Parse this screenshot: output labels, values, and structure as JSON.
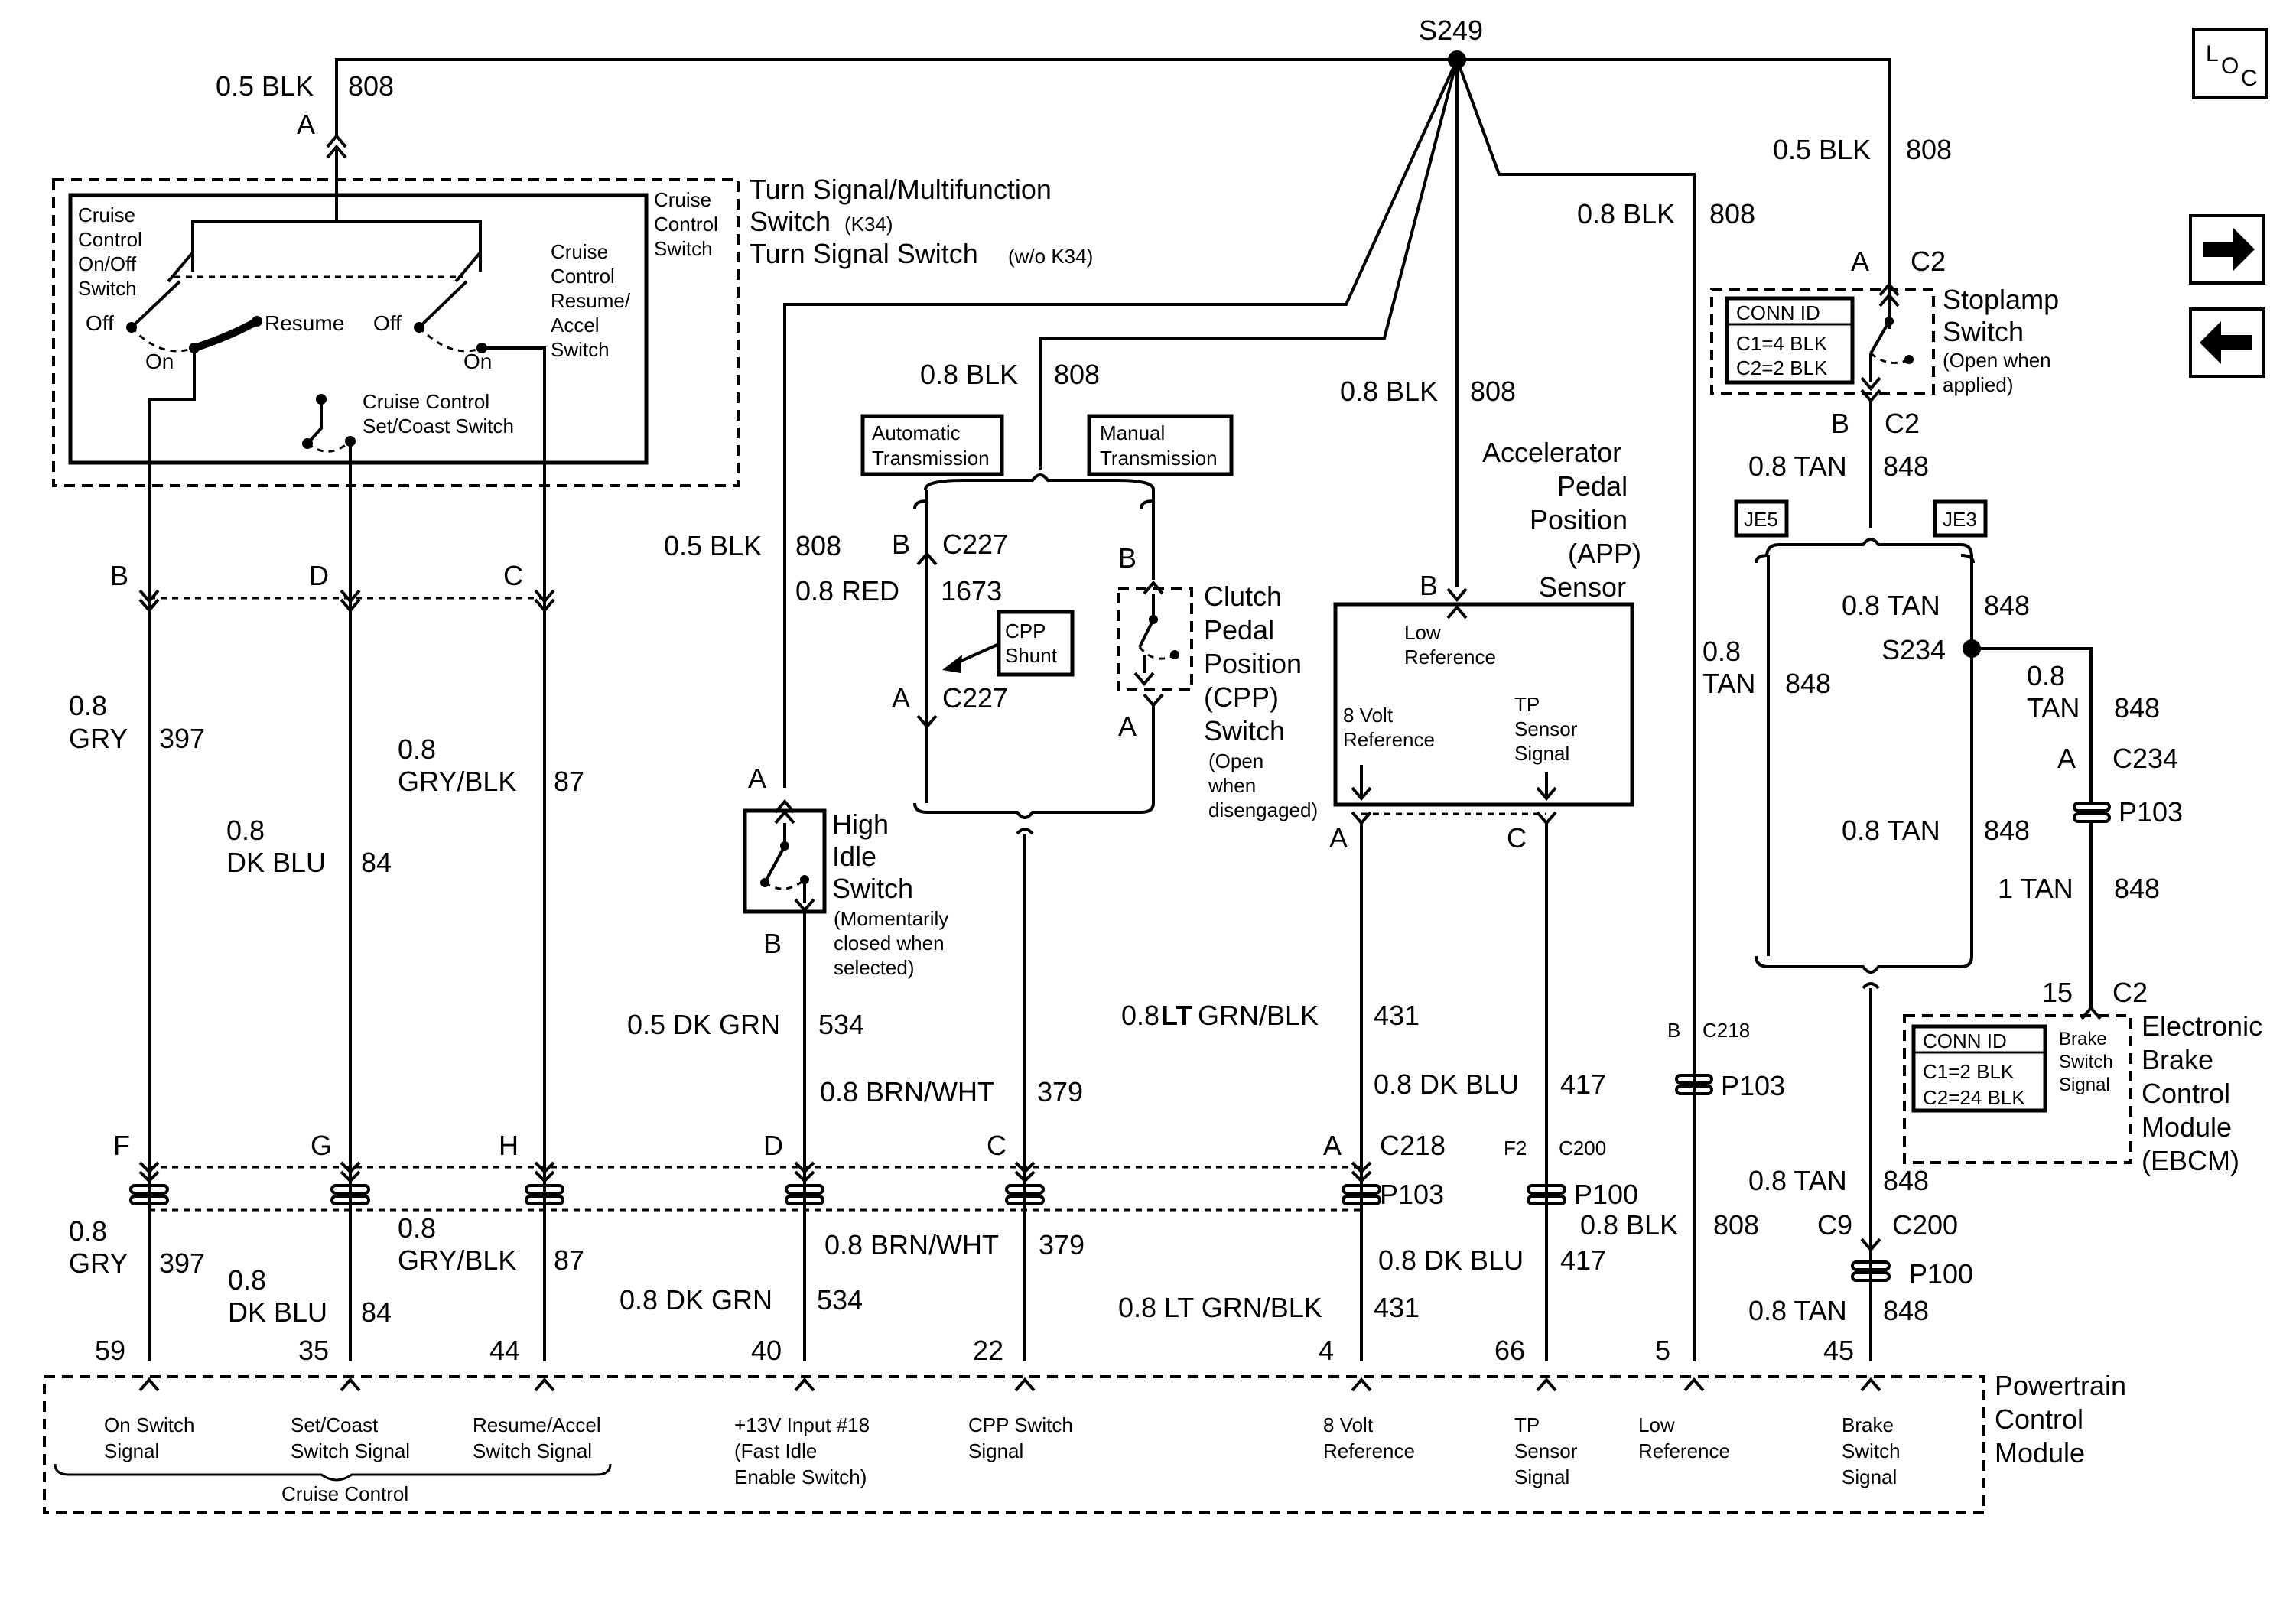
{
  "splices": {
    "s249": "S249",
    "s234": "S234"
  },
  "nav": {
    "loc_l": "L",
    "loc_o": "O",
    "loc_c": "C",
    "next_glyph": "➡",
    "prev_glyph": "⬅"
  },
  "components": {
    "turn_signal": {
      "line1": "Turn Signal/Multifunction",
      "line2a": "Switch",
      "line2b": "(K34)",
      "line3a": "Turn Signal Switch",
      "line3b": "(w/o K34)",
      "cruise_switch_a": "Cruise",
      "cruise_switch_b": "Control",
      "cruise_switch_c": "Switch",
      "onoff_1": "Cruise",
      "onoff_2": "Control",
      "onoff_3": "On/Off",
      "onoff_4": "Switch",
      "off_left": "Off",
      "on_left": "On",
      "resume": "Resume",
      "off_right": "Off",
      "on_right": "On",
      "ra_1": "Cruise",
      "ra_2": "Control",
      "ra_3": "Resume/",
      "ra_4": "Accel",
      "ra_5": "Switch",
      "setcoast_1": "Cruise Control",
      "setcoast_2": "Set/Coast Switch"
    },
    "trans_auto_1": "Automatic",
    "trans_auto_2": "Transmission",
    "trans_man_1": "Manual",
    "trans_man_2": "Transmission",
    "cpp_shunt_1": "CPP",
    "cpp_shunt_2": "Shunt",
    "cpp": {
      "l1": "Clutch",
      "l2": "Pedal",
      "l3": "Position",
      "l4": "(CPP)",
      "l5": "Switch",
      "n1": "(Open",
      "n2": "when",
      "n3": "disengaged)"
    },
    "high_idle": {
      "l1": "High",
      "l2": "Idle",
      "l3": "Switch",
      "n1": "(Momentarily",
      "n2": "closed when",
      "n3": "selected)"
    },
    "app": {
      "l1": "Accelerator",
      "l2": "Pedal",
      "l3": "Position",
      "l4": "(APP)",
      "l5": "Sensor",
      "low_ref_1": "Low",
      "low_ref_2": "Reference",
      "v8_1": "8 Volt",
      "v8_2": "Reference",
      "tp_1": "TP",
      "tp_2": "Sensor",
      "tp_3": "Signal"
    },
    "stoplamp": {
      "l1": "Stoplamp",
      "l2": "Switch",
      "n1": "(Open when",
      "n2": "applied)",
      "conn_title": "CONN ID",
      "conn_c1": "C1=4 BLK",
      "conn_c2": "C2=2 BLK"
    },
    "je5": "JE5",
    "je3": "JE3",
    "ebcm": {
      "l1": "Electronic",
      "l2": "Brake",
      "l3": "Control",
      "l4": "Module",
      "l5": "(EBCM)",
      "conn_title": "CONN ID",
      "conn_c1": "C1=2 BLK",
      "conn_c2": "C2=24 BLK",
      "bss_1": "Brake",
      "bss_2": "Switch",
      "bss_3": "Signal"
    },
    "pcm": {
      "l1": "Powertrain",
      "l2": "Control",
      "l3": "Module",
      "cruise_group": "Cruise Control",
      "pins": [
        "59",
        "35",
        "44",
        "40",
        "22",
        "4",
        "66",
        "5",
        "45"
      ],
      "on_sw_1": "On Switch",
      "on_sw_2": "Signal",
      "setc_1": "Set/Coast",
      "setc_2": "Switch Signal",
      "ra_1": "Resume/Accel",
      "ra_2": "Switch Signal",
      "v13_1": "+13V Input #18",
      "v13_2": "(Fast Idle",
      "v13_3": "Enable Switch)",
      "cpp_1": "CPP Switch",
      "cpp_2": "Signal",
      "v8_1": "8 Volt",
      "v8_2": "Reference",
      "tp_1": "TP",
      "tp_2": "Sensor",
      "tp_3": "Signal",
      "lowref_1": "Low",
      "lowref_2": "Reference",
      "brake_1": "Brake",
      "brake_2": "Switch",
      "brake_3": "Signal"
    }
  },
  "wires": {
    "top_left_size": "0.5 BLK",
    "top_left_circ": "808",
    "top_left_pin": "A",
    "stoplamp_size": "0.5 BLK",
    "stoplamp_circ": "808",
    "low_ref_size": "0.8 BLK",
    "low_ref_circ": "808",
    "app_size": "0.8 BLK",
    "app_circ": "808",
    "trans_size": "0.8 BLK",
    "trans_circ": "808",
    "hi_size": "0.5 BLK",
    "hi_circ": "808",
    "red_size": "0.8 RED",
    "red_circ": "1673",
    "gry_1": "0.8",
    "gry_2": "GRY",
    "gry_circ": "397",
    "dkblu_1": "0.8",
    "dkblu_2": "DK BLU",
    "dkblu_circ": "84",
    "grybk_1": "0.8",
    "grybk_2": "GRY/BLK",
    "grybk_circ": "87",
    "dkgrn_size": "0.5 DK GRN",
    "dkgrn_circ": "534",
    "brnwht_size": "0.8 BRN/WHT",
    "brnwht_circ": "379",
    "ltgrn_size_a": "0.8 ",
    "ltgrn_size_b": "LT",
    "ltgrn_size_c": " GRN/BLK",
    "ltgrn_circ": "431",
    "dkblu417_size": "0.8 DK BLU",
    "dkblu417_circ": "417",
    "tan_size": "0.8 TAN",
    "tan_circ": "848",
    "tan2_1": "0.8",
    "tan2_2": "TAN",
    "tan2_circ": "848",
    "tan3_size": "0.8 TAN",
    "tan3_circ": "848",
    "tan4_1": "0.8",
    "tan4_2": "TAN",
    "tan4_circ": "848",
    "tan5_size": "0.8 TAN",
    "tan5_circ": "848",
    "tan6_size": "1 TAN",
    "tan6_circ": "848",
    "tan7_size": "0.8 TAN",
    "tan7_circ": "848",
    "tan8_size": "0.8 TAN",
    "tan8_circ": "848",
    "gry_b_1": "0.8",
    "gry_b_2": "GRY",
    "gry_b_circ": "397",
    "dkblu_b_1": "0.8",
    "dkblu_b_2": "DK BLU",
    "dkblu_b_circ": "84",
    "grybk_b_1": "0.8",
    "grybk_b_2": "GRY/BLK",
    "grybk_b_circ": "87",
    "dkgrn_b_size": "0.8 DK GRN",
    "dkgrn_b_circ": "534",
    "brnwht_b_size": "0.8 BRN/WHT",
    "brnwht_b_circ": "379",
    "ltgrn_b_size": "0.8 LT GRN/BLK",
    "ltgrn_b_circ": "431",
    "dkblu417_b_size": "0.8 DK BLU",
    "dkblu417_b_circ": "417",
    "blk_b_size": "0.8 BLK",
    "blk_b_circ": "808"
  },
  "connectors": {
    "b": "B",
    "d": "D",
    "c": "C",
    "a": "A",
    "c227": "C227",
    "c2": "C2",
    "c218": "C218",
    "c234": "C234",
    "p103": "P103",
    "p100": "P100",
    "c200": "C200",
    "f": "F",
    "g": "G",
    "h": "H",
    "f2": "F2",
    "c9": "C9",
    "pin15": "15",
    "b_small": "B"
  }
}
